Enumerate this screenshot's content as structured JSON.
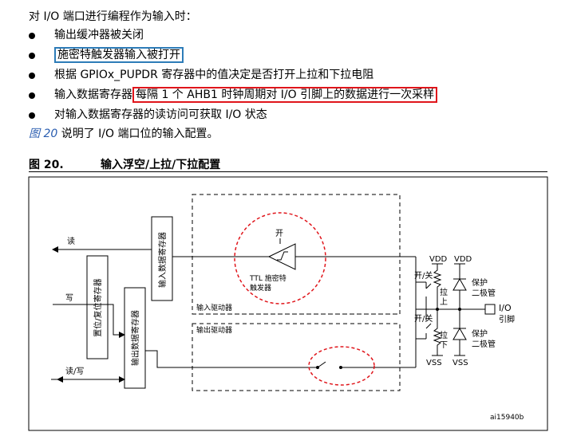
{
  "text": {
    "intro": "对 I/O 端口进行编程作为输入时：",
    "bullets": [
      "输出缓冲器被关闭",
      "施密特触发器输入被打开",
      "根据 GPIOx_PUPDR 寄存器中的值决定是否打开上拉和下拉电阻",
      "输入数据寄存器每隔 1 个 AHB1 时钟周期对 I/O 引脚上的数据进行一次采样",
      "对输入数据寄存器的读访问可获取 I/O 状态"
    ],
    "bullet4_prefix": "输入数据寄存器",
    "bullet4_boxed": "每隔 1 个 AHB1 时钟周期对 I/O 引脚上的数据进行一次采样",
    "ref_link": "图 20",
    "ref_rest": " 说明了 I/O 端口位的输入配置。",
    "figure_number": "图 20.",
    "figure_title": "输入浮空/上拉/下拉配置"
  },
  "diagram": {
    "signal_read": "读",
    "signal_write": "写",
    "signal_rw": "读/写",
    "box_set_reset": "置位/复位寄存器",
    "box_input_data": "输入数据寄存器",
    "box_output_data": "输出数据寄存器",
    "on_label": "开",
    "ttl_label": "TTL 施密特",
    "trigger_label": "触发器",
    "input_driver": "输入驱动器",
    "output_driver": "输出驱动器",
    "onoff_top": "开/关",
    "onoff_bottom": "开/关",
    "pullup": "拉上",
    "pulldown": "拉下",
    "vdd": "VDD",
    "vss": "VSS",
    "protect_diode_1": "保护",
    "protect_diode_2": "二极管",
    "io": "I/O",
    "pin": "引脚",
    "figure_id": "ai15940b"
  },
  "colors": {
    "blue_highlight": "#2d7cb8",
    "red_highlight": "#e0151b",
    "link": "#2a5db0"
  }
}
